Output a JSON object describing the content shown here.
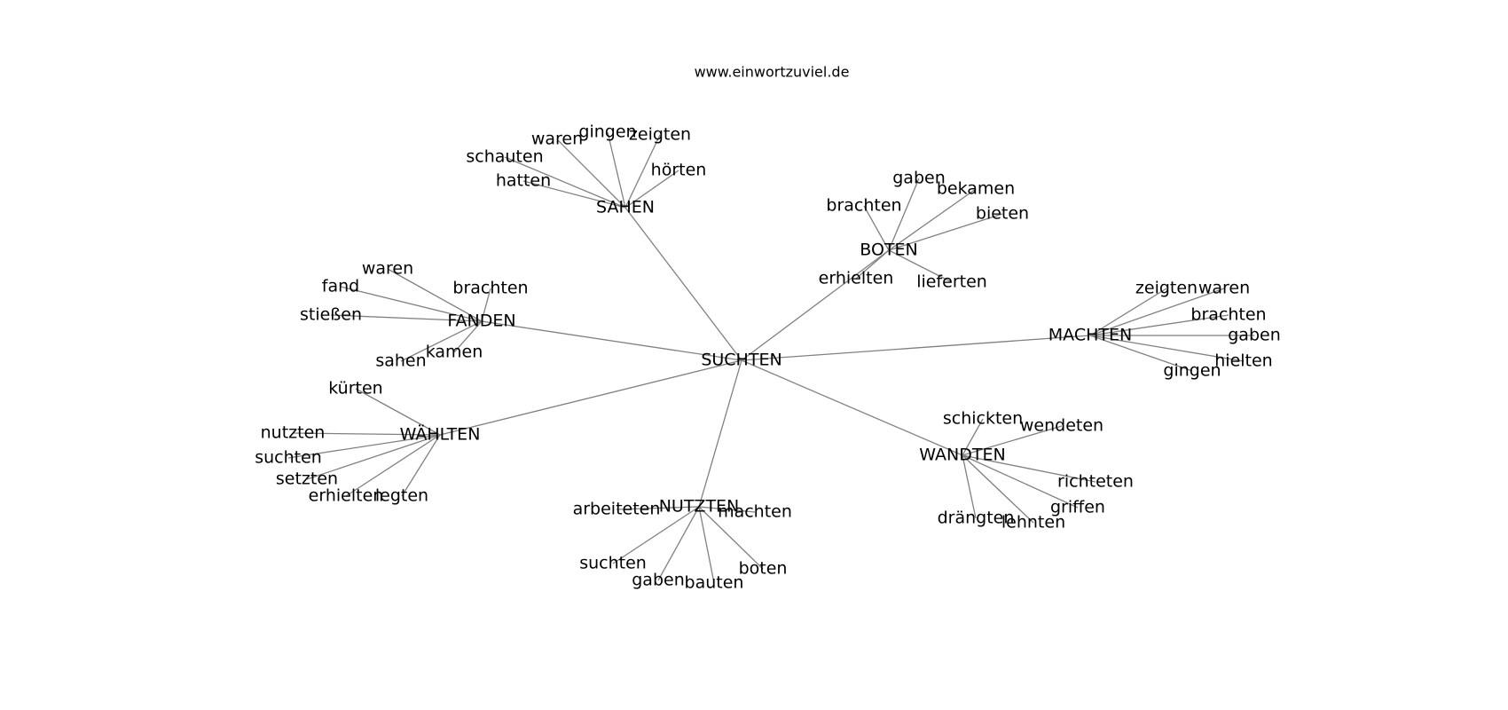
{
  "title": "www.einwortzuviel.de",
  "root": {
    "label": "SUCHTEN"
  },
  "hubs": [
    {
      "key": "sahen",
      "label": "SAHEN",
      "children": [
        "waren",
        "gingen",
        "zeigten",
        "schauten",
        "hatten",
        "hörten"
      ]
    },
    {
      "key": "boten",
      "label": "BOTEN",
      "children": [
        "gaben",
        "bekamen",
        "brachten",
        "bieten",
        "erhielten",
        "lieferten"
      ]
    },
    {
      "key": "fanden",
      "label": "FANDEN",
      "children": [
        "waren",
        "fand",
        "brachten",
        "stießen",
        "kamen",
        "sahen"
      ]
    },
    {
      "key": "machten",
      "label": "MACHTEN",
      "children": [
        "zeigten",
        "waren",
        "brachten",
        "gaben",
        "hielten",
        "gingen"
      ]
    },
    {
      "key": "waehlten",
      "label": "WÄHLTEN",
      "children": [
        "kürten",
        "nutzten",
        "suchten",
        "setzten",
        "erhielten",
        "legten"
      ]
    },
    {
      "key": "wandten",
      "label": "WANDTEN",
      "children": [
        "schickten",
        "wendeten",
        "richteten",
        "griffen",
        "lehnten",
        "drängten"
      ]
    },
    {
      "key": "nutzten",
      "label": "NUTZTEN",
      "children": [
        "arbeiteten",
        "machten",
        "suchten",
        "gaben",
        "bauten",
        "boten"
      ]
    }
  ]
}
